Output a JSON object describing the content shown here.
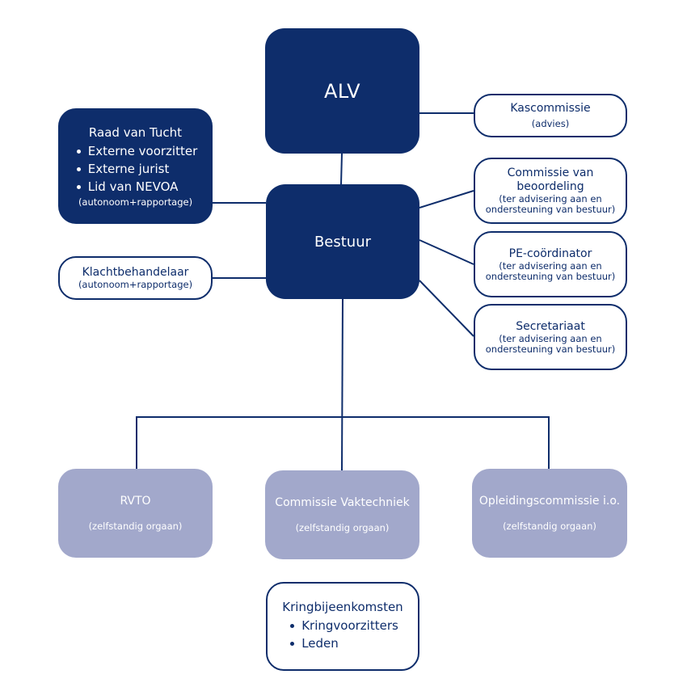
{
  "alv": {
    "title": "ALV"
  },
  "bestuur": {
    "title": "Bestuur"
  },
  "raad": {
    "title": "Raad van Tucht",
    "items": [
      "Externe voorzitter",
      "Externe jurist",
      "Lid van NEVOA"
    ],
    "note": "(autonoom+rapportage)"
  },
  "klacht": {
    "title": "Klachtbehandelaar",
    "note": "(autonoom+rapportage)"
  },
  "kas": {
    "title": "Kascommissie",
    "note": "(advies)"
  },
  "beoordeling": {
    "title_line1": "Commissie van",
    "title_line2": "beoordeling",
    "note_line1": "(ter advisering aan en",
    "note_line2": "ondersteuning van bestuur)"
  },
  "pe": {
    "title": "PE-coördinator",
    "note_line1": "(ter advisering aan en",
    "note_line2": "ondersteuning van bestuur)"
  },
  "secretariaat": {
    "title": "Secretariaat",
    "note_line1": "(ter advisering aan en",
    "note_line2": "ondersteuning van bestuur)"
  },
  "rvto": {
    "title": "RVTO",
    "note": "(zelfstandig orgaan)"
  },
  "vaktechniek": {
    "title": "Commissie Vaktechniek",
    "note": "(zelfstandig orgaan)"
  },
  "opleiding": {
    "title": "Opleidingscommissie i.o.",
    "note": "(zelfstandig orgaan)"
  },
  "kring": {
    "title": "Kringbijeenkomsten",
    "items": [
      "Kringvoorzitters",
      "Leden"
    ]
  },
  "colors": {
    "dark": "#0e2d6b",
    "light": "#a2a8cb",
    "line": "#0e2d6b"
  }
}
